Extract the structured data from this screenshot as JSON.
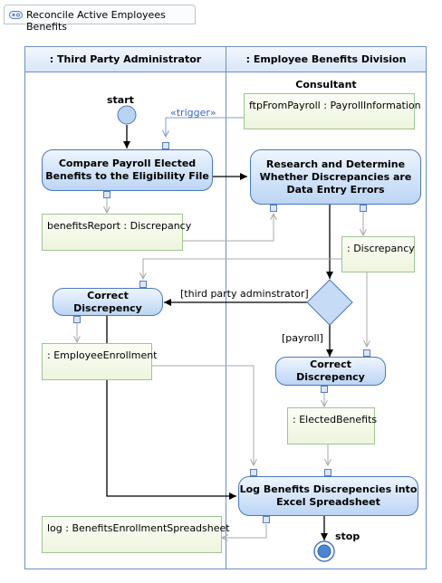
{
  "diagram": {
    "title": "Reconcile Active Employees Benefits",
    "title_icon": "activity-diagram-icon"
  },
  "lanes": [
    {
      "name": ": Third Party Administrator"
    },
    {
      "name": ": Employee Benefits Division Consultant"
    }
  ],
  "nodes": {
    "start": "start",
    "stop": "stop",
    "compare": "Compare Payroll Elected Benefits to the Eligibility File",
    "research": "Research and Determine Whether Discrepancies are Data Entry Errors",
    "correct_tpa": "Correct Discrepency",
    "correct_ebdc": "Correct Discrepency",
    "log": "Log Benefits Discrepencies into Excel Spreadsheet"
  },
  "objects": {
    "ftp": "ftpFromPayroll : PayrollInformation",
    "benefits_report": "benefitsReport : Discrepancy",
    "discrepancy": ": Discrepancy",
    "employee_enrollment": ": EmployeeEnrollment",
    "elected_benefits": ": ElectedBenefits",
    "log_spreadsheet": "log : BenefitsEnrollmentSpreadsheet"
  },
  "edge_labels": {
    "trigger": "«trigger»",
    "guard_tpa": "[third party adminstrator]",
    "guard_payroll": "[payroll]"
  },
  "colors": {
    "control_flow": "#000000",
    "object_flow": "#b0b0b0",
    "trigger_flow": "#7f9fd0",
    "action_border": "#4a78bd",
    "object_border": "#9fc591",
    "lane_border": "#6a8fc4"
  }
}
